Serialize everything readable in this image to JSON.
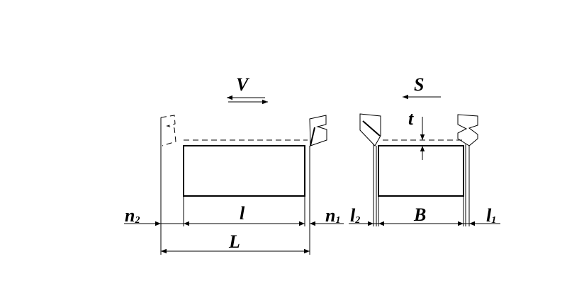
{
  "labels": {
    "feed_motion": "V",
    "cross_feed": "S",
    "depth": "t",
    "length_part": "l",
    "length_total": "L",
    "width": "B",
    "n2": {
      "main": "n",
      "sub": "2"
    },
    "n1": {
      "main": "n",
      "sub": "1"
    },
    "l2": {
      "main": "l",
      "sub": "2"
    },
    "l1": {
      "main": "l",
      "sub": "1"
    }
  }
}
